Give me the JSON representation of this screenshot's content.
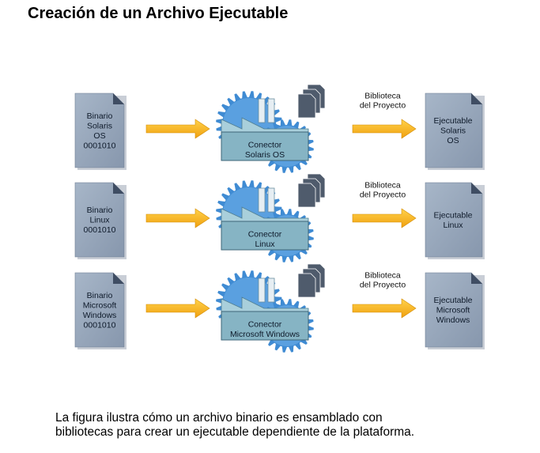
{
  "title": "Creación de un Archivo Ejecutable",
  "rows": [
    {
      "binary": [
        "Binario",
        "Solaris",
        "OS",
        "0001010"
      ],
      "connector": [
        "Conector",
        "Solaris OS"
      ],
      "library": [
        "Biblioteca",
        "del Proyecto"
      ],
      "executable": [
        "Ejecutable",
        "Solaris",
        "OS"
      ]
    },
    {
      "binary": [
        "Binario",
        "Linux",
        "0001010"
      ],
      "connector": [
        "Conector",
        "Linux"
      ],
      "library": [
        "Biblioteca",
        "del Proyecto"
      ],
      "executable": [
        "Ejecutable",
        "Linux"
      ]
    },
    {
      "binary": [
        "Binario",
        "Microsoft",
        "Windows",
        "0001010"
      ],
      "connector": [
        "Conector",
        "Microsoft Windows"
      ],
      "library": [
        "Biblioteca",
        "del Proyecto"
      ],
      "executable": [
        "Ejecutable",
        "Microsoft",
        "Windows"
      ]
    }
  ],
  "caption": [
    "La  figura ilustra cómo un archivo binario es ensamblado con",
    "bibliotecas para crear un ejecutable dependiente de la plataforma."
  ],
  "colors": {
    "document_fill": "#9aaabe",
    "document_fold": "#3f4d63",
    "arrow": "#f4ae16",
    "gear": "#3f8bd3",
    "factory_front": "#86b4c4",
    "factory_roof": "#a9cfdb",
    "library_docs": "#4f5b6c"
  }
}
